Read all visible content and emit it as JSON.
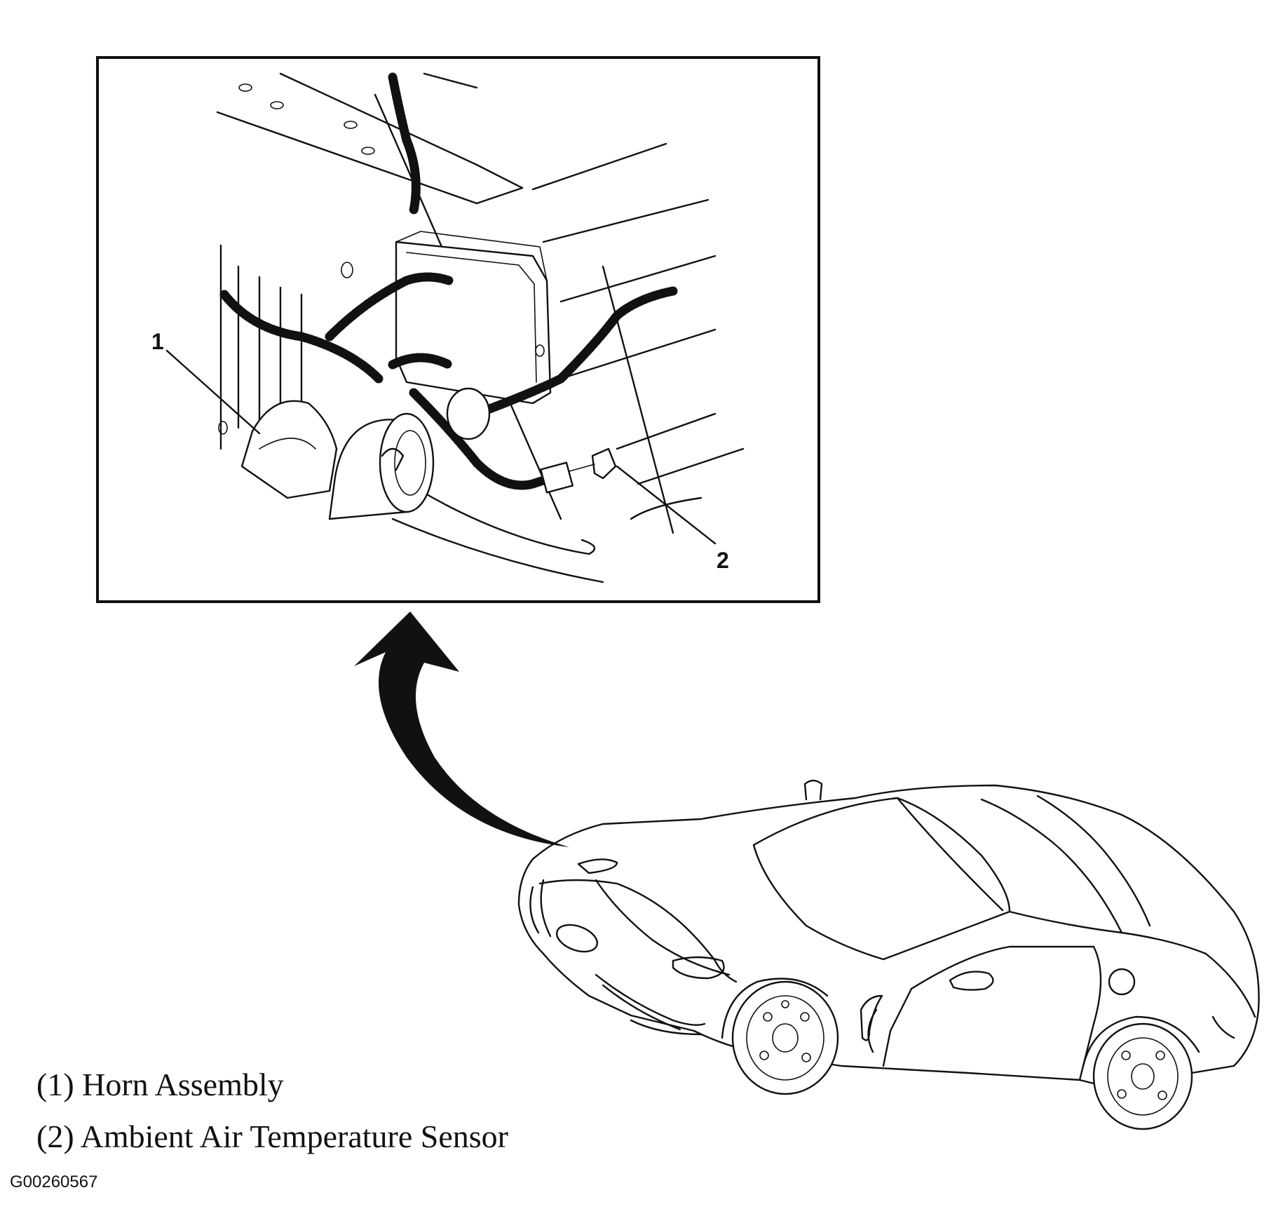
{
  "callouts": {
    "one": "1",
    "two": "2"
  },
  "legend": [
    "(1) Horn Assembly",
    "(2) Ambient Air Temperature Sensor"
  ],
  "figure_id": "G00260567"
}
